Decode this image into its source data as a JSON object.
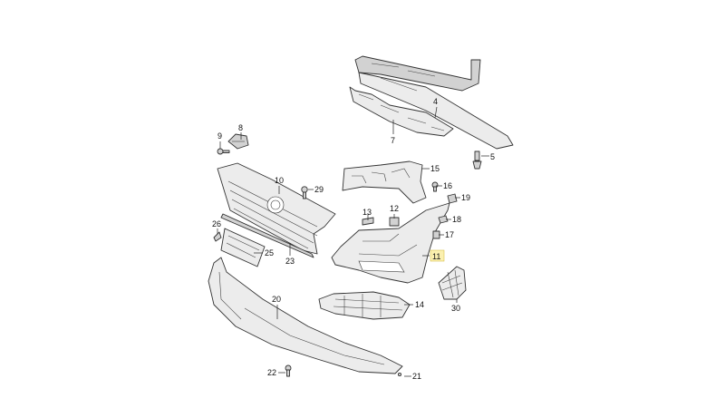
{
  "callouts": {
    "p4": "4",
    "p5": "5",
    "p7": "7",
    "p8": "8",
    "p9": "9",
    "p10": "10",
    "p11": "11",
    "p12": "12",
    "p13": "13",
    "p14": "14",
    "p15": "15",
    "p16": "16",
    "p17": "17",
    "p18": "18",
    "p19": "19",
    "p20": "20",
    "p21": "21",
    "p22": "22",
    "p23": "23",
    "p25": "25",
    "p26": "26",
    "p29": "29",
    "p30": "30"
  },
  "highlighted_callout": "11",
  "colors": {
    "highlight": "#fbf0b0",
    "line": "#333333"
  }
}
